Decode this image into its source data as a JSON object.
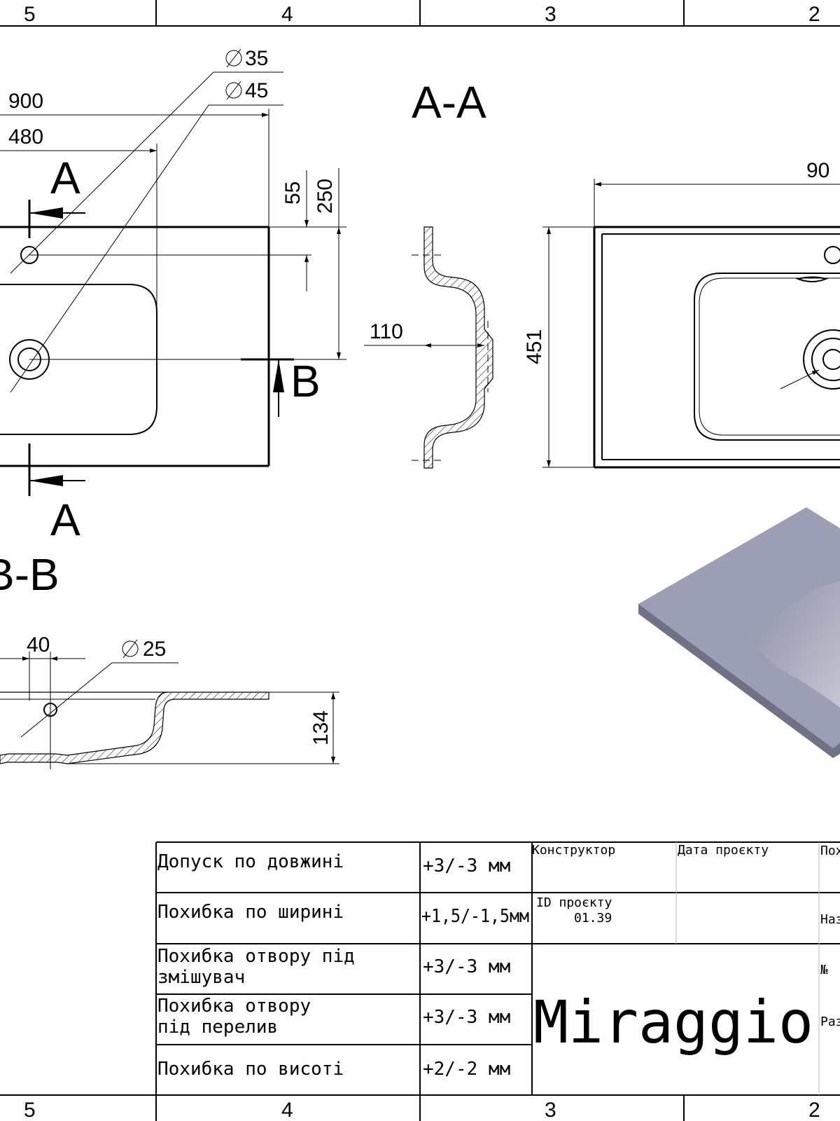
{
  "zones": [
    "5",
    "4",
    "3",
    "2"
  ],
  "sections": {
    "aa": "A-A",
    "bb": "B-B",
    "a": "A",
    "b": "B"
  },
  "dims": {
    "d35": "35",
    "d45": "45",
    "d25": "25",
    "w900": "900",
    "w480": "480",
    "h55": "55",
    "h250": "250",
    "d110": "110",
    "h451": "451",
    "w90": "90",
    "w40": "40",
    "h134": "134"
  },
  "title_block": {
    "rows": [
      {
        "label": "Допуск по довжині",
        "value": "+3/-3 мм"
      },
      {
        "label": "Похибка по ширині",
        "value": "+1,5/-1,5мм"
      },
      {
        "label": "Похибка отвору під змішувач",
        "value": "+3/-3 мм"
      },
      {
        "label": "Похибка отвору під перелив",
        "value": "+3/-3 мм"
      },
      {
        "label": "Похибка по висоті",
        "value": "+2/-2 мм"
      }
    ],
    "designer": "Конструктор",
    "project_date": "Дата проєкту",
    "project_id_label": "ID проєкту",
    "project_id": "01.39",
    "brand": "Miraggio",
    "edge_labels": [
      "Пох",
      "Наз",
      "№",
      "Раз"
    ]
  },
  "colors": {
    "line": "#000000",
    "render_top": "#9c9eb3",
    "render_basin": "#b5b7c8"
  }
}
